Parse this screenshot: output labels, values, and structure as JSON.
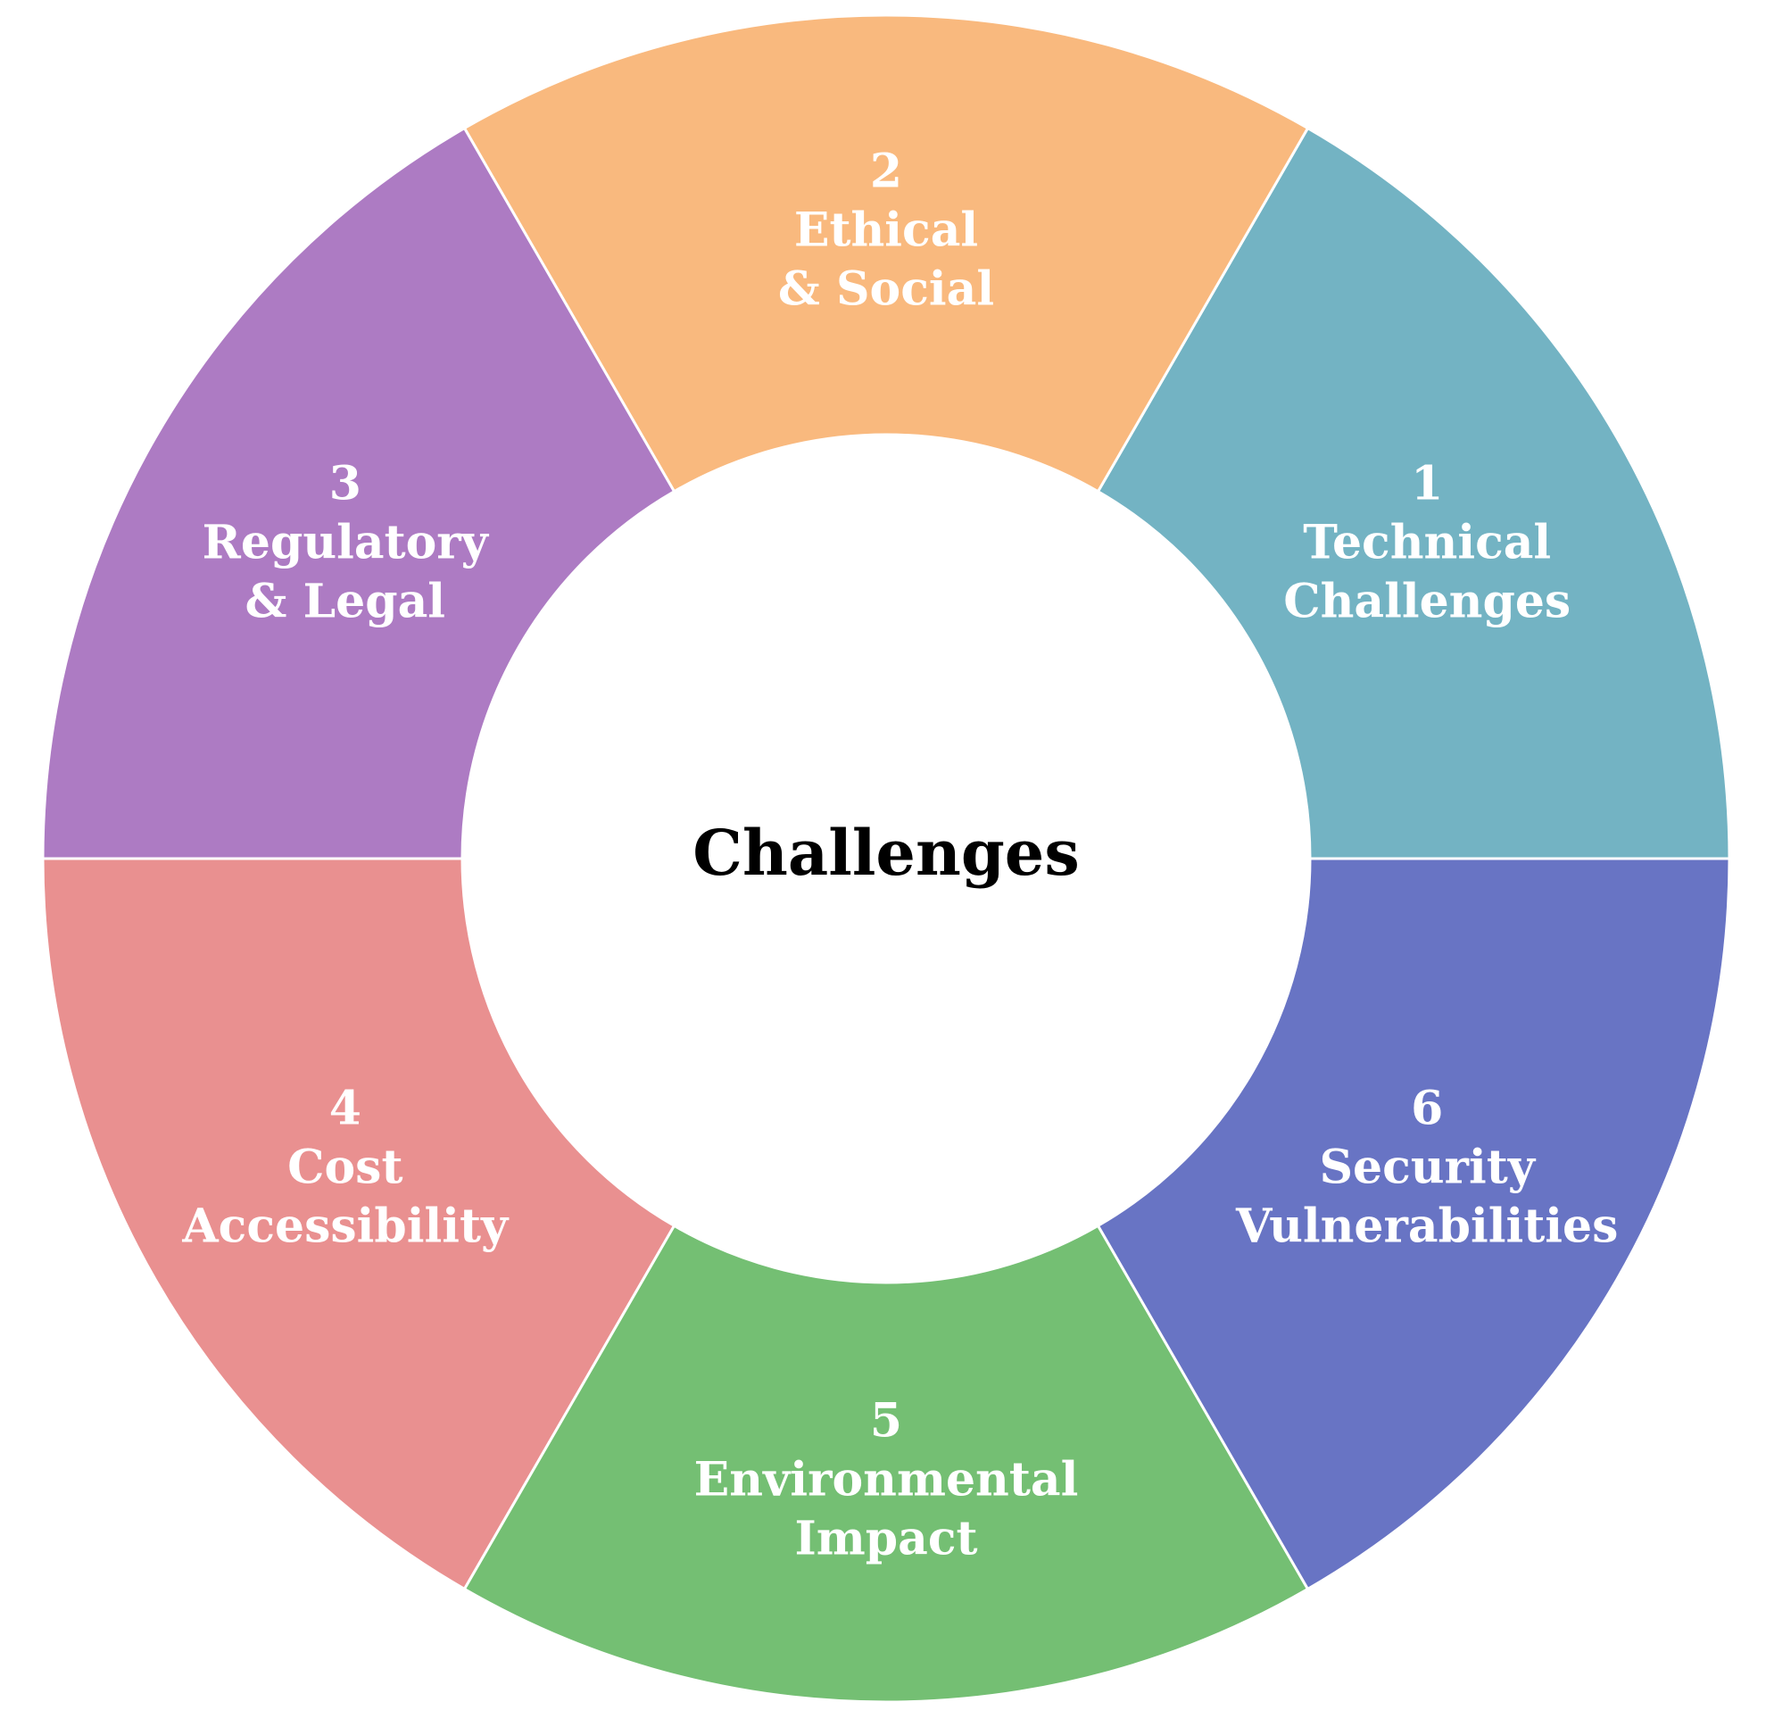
{
  "center": {
    "title": "Challenges"
  },
  "segments": [
    {
      "number": "1",
      "lines": [
        "Technical",
        "Challenges"
      ],
      "color": "#73B3C3"
    },
    {
      "number": "2",
      "lines": [
        "Ethical",
        "& Social"
      ],
      "color": "#F9B97E"
    },
    {
      "number": "3",
      "lines": [
        "Regulatory",
        "& Legal"
      ],
      "color": "#AD7BC3"
    },
    {
      "number": "4",
      "lines": [
        "Cost",
        "Accessibility"
      ],
      "color": "#E99090"
    },
    {
      "number": "5",
      "lines": [
        "Environmental",
        "Impact"
      ],
      "color": "#74BF73"
    },
    {
      "number": "6",
      "lines": [
        "Security",
        "Vulnerabilities"
      ],
      "color": "#6874C4"
    }
  ]
}
